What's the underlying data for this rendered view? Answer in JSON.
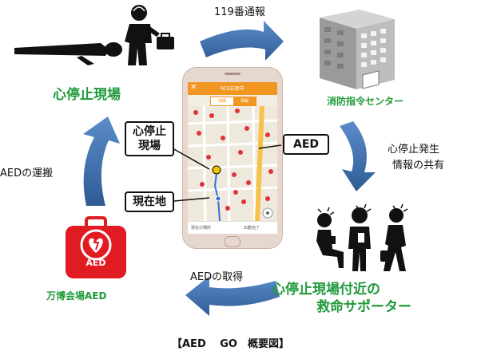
{
  "labels": {
    "call_119": "119番通報",
    "fire_center": "消防指令センター",
    "cardiac_arrest_site": "心停止現場",
    "info_share_line1": "心停止発生",
    "info_share_line2": "情報の共有",
    "aed_transport": "AEDの運搬",
    "supporters_line1": "心停止現場付近の",
    "supporters_line2": "救命サポーター",
    "aed_acquire": "AEDの取得",
    "expo_aed": "万博会場AED",
    "caption": "【AED　 GO　概要図】"
  },
  "phone": {
    "header_title": "RCE石原市",
    "tab_left": "地図",
    "tab_right": "情報",
    "bottom_left": "現在の場所",
    "bottom_right": "出動完了",
    "callout_site_line1": "心停止",
    "callout_site_line2": "現場",
    "callout_aed": "AED",
    "callout_current": "現在地"
  },
  "aed_bag_label": "AED",
  "colors": {
    "arrow_blue": "#3f6fa8",
    "green_text": "#1f9a3a",
    "app_orange": "#f29622",
    "aed_red": "#e01b22"
  }
}
